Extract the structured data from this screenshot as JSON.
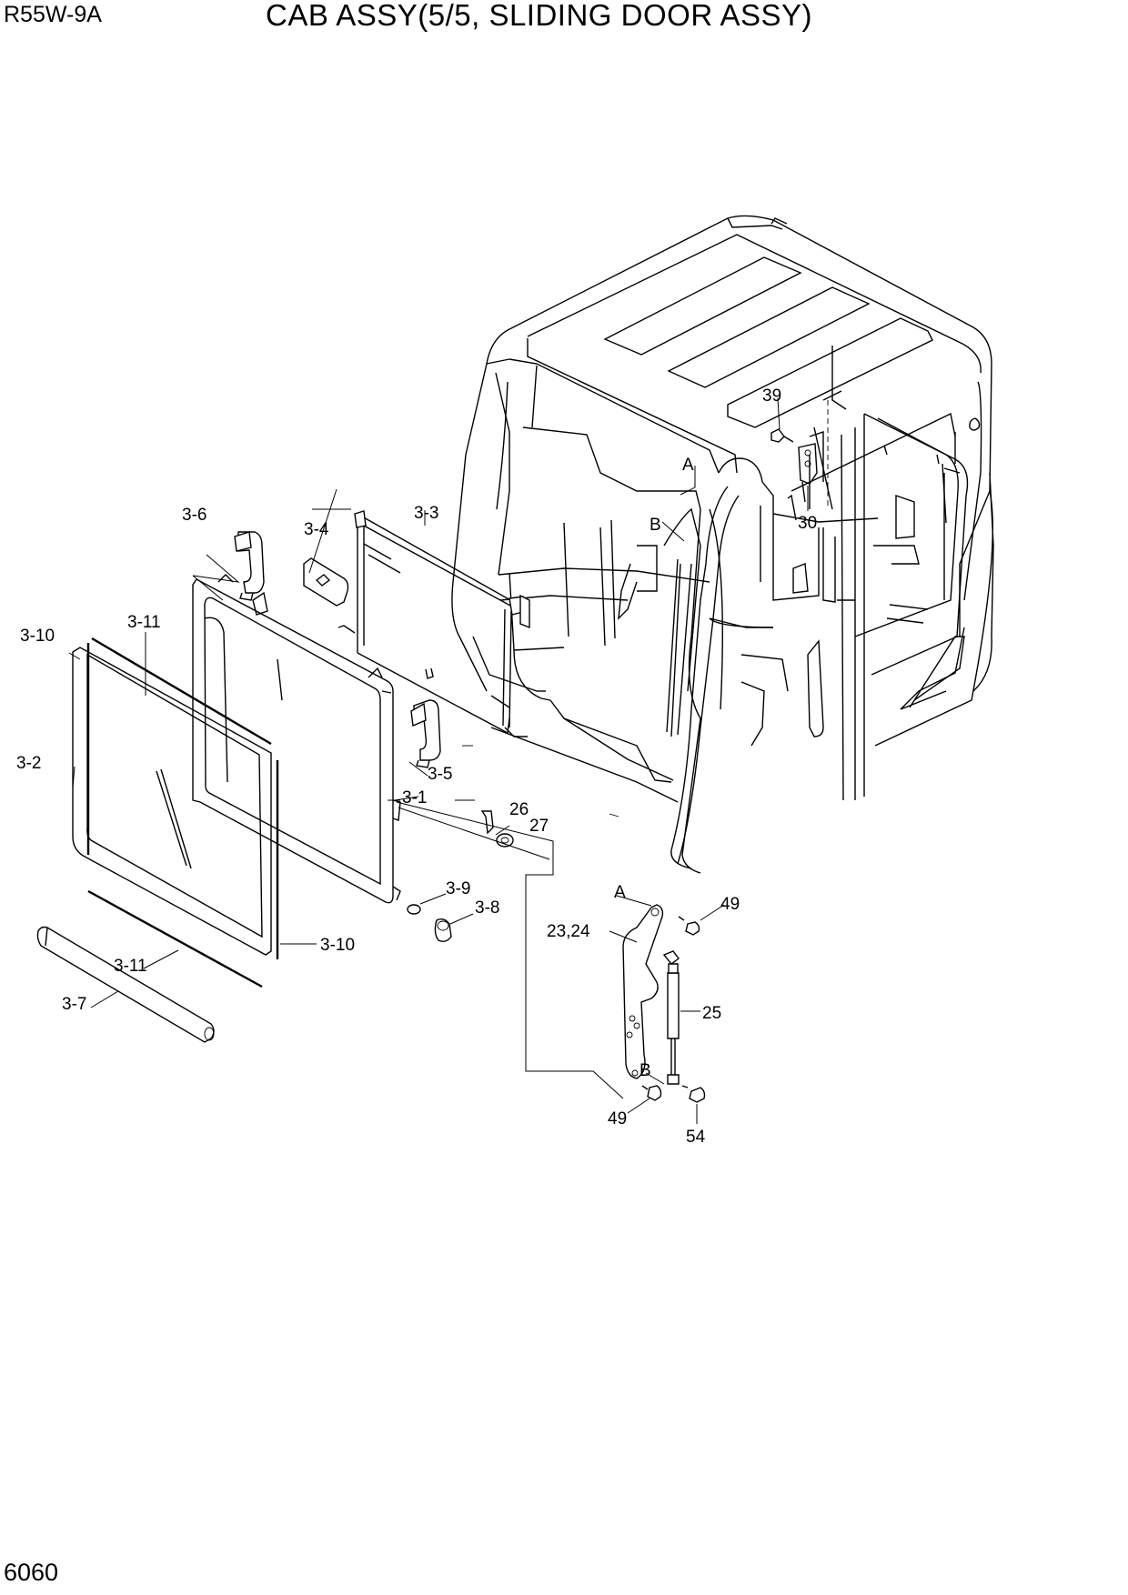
{
  "header": {
    "model": "R55W-9A",
    "title": "CAB ASSY(5/5, SLIDING DOOR ASSY)"
  },
  "footer": {
    "page_number": "6060"
  },
  "callouts": [
    {
      "label": "39"
    },
    {
      "label": "A"
    },
    {
      "label": "B"
    },
    {
      "label": "30"
    },
    {
      "label": "3-6"
    },
    {
      "label": "3-4"
    },
    {
      "label": "3-3"
    },
    {
      "label": "3-10"
    },
    {
      "label": "3-11"
    },
    {
      "label": "3-2"
    },
    {
      "label": "3-5"
    },
    {
      "label": "3-1"
    },
    {
      "label": "26"
    },
    {
      "label": "27"
    },
    {
      "label": "3-9"
    },
    {
      "label": "3-8"
    },
    {
      "label": "3-10"
    },
    {
      "label": "3-11"
    },
    {
      "label": "3-7"
    },
    {
      "label": "A"
    },
    {
      "label": "49"
    },
    {
      "label": "23,24"
    },
    {
      "label": "25"
    },
    {
      "label": "B"
    },
    {
      "label": "49"
    },
    {
      "label": "54"
    }
  ]
}
